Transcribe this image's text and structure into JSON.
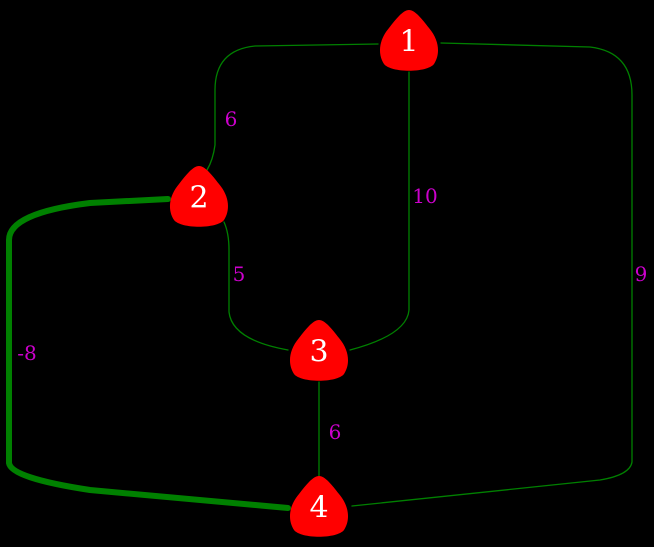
{
  "graph": {
    "colors": {
      "background": "#000000",
      "edge": "#008000",
      "highlighted_edge": "#008000",
      "node_fill": "#ff0000",
      "node_label": "#ffffff",
      "edge_label": "#cc00cc"
    },
    "nodes": [
      {
        "id": "1",
        "label": "1"
      },
      {
        "id": "2",
        "label": "2"
      },
      {
        "id": "3",
        "label": "3"
      },
      {
        "id": "4",
        "label": "4"
      }
    ],
    "edges": [
      {
        "id": "1-2",
        "from": "1",
        "to": "2",
        "weight": "6",
        "highlighted": false
      },
      {
        "id": "1-3",
        "from": "1",
        "to": "3",
        "weight": "10",
        "highlighted": false
      },
      {
        "id": "1-4",
        "from": "1",
        "to": "4",
        "weight": "9",
        "highlighted": false
      },
      {
        "id": "2-3",
        "from": "2",
        "to": "3",
        "weight": "5",
        "highlighted": false
      },
      {
        "id": "2-4",
        "from": "2",
        "to": "4",
        "weight": "-8",
        "highlighted": true
      },
      {
        "id": "3-4",
        "from": "3",
        "to": "4",
        "weight": "6",
        "highlighted": false
      }
    ]
  }
}
